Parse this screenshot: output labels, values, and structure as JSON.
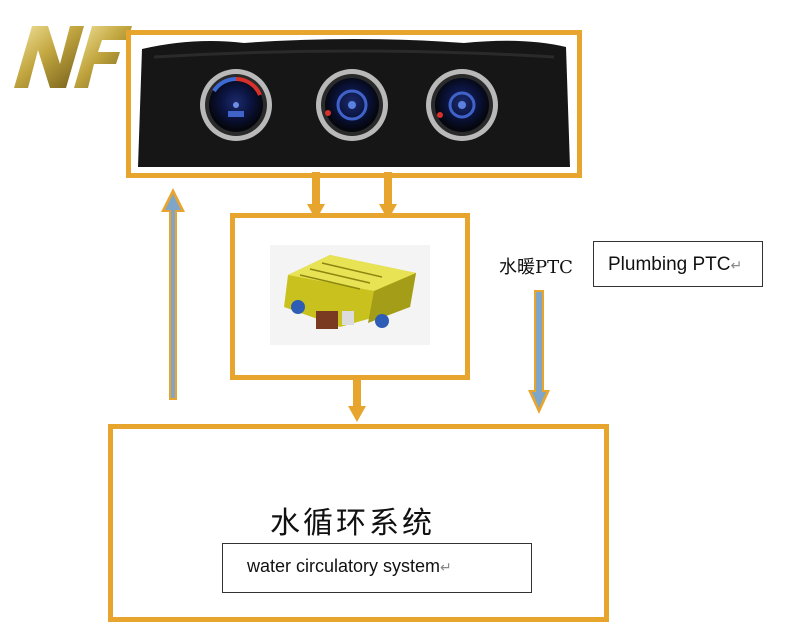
{
  "logo": {
    "text": "NF"
  },
  "diagram": {
    "ptc_label_cn": "水暖PTC",
    "ptc_label_en": "Plumbing PTC",
    "water_system_label_cn": "水循环系统",
    "water_system_label_en": "water circulatory system",
    "return_mark": "↵"
  },
  "colors": {
    "box_border": "#E8A52E",
    "arrow_orange": "#E8A52E",
    "arrow_blue": "#7FA6C8"
  },
  "icons": [
    "hvac-control-panel-image",
    "ptc-heater-image",
    "nf-logo"
  ]
}
